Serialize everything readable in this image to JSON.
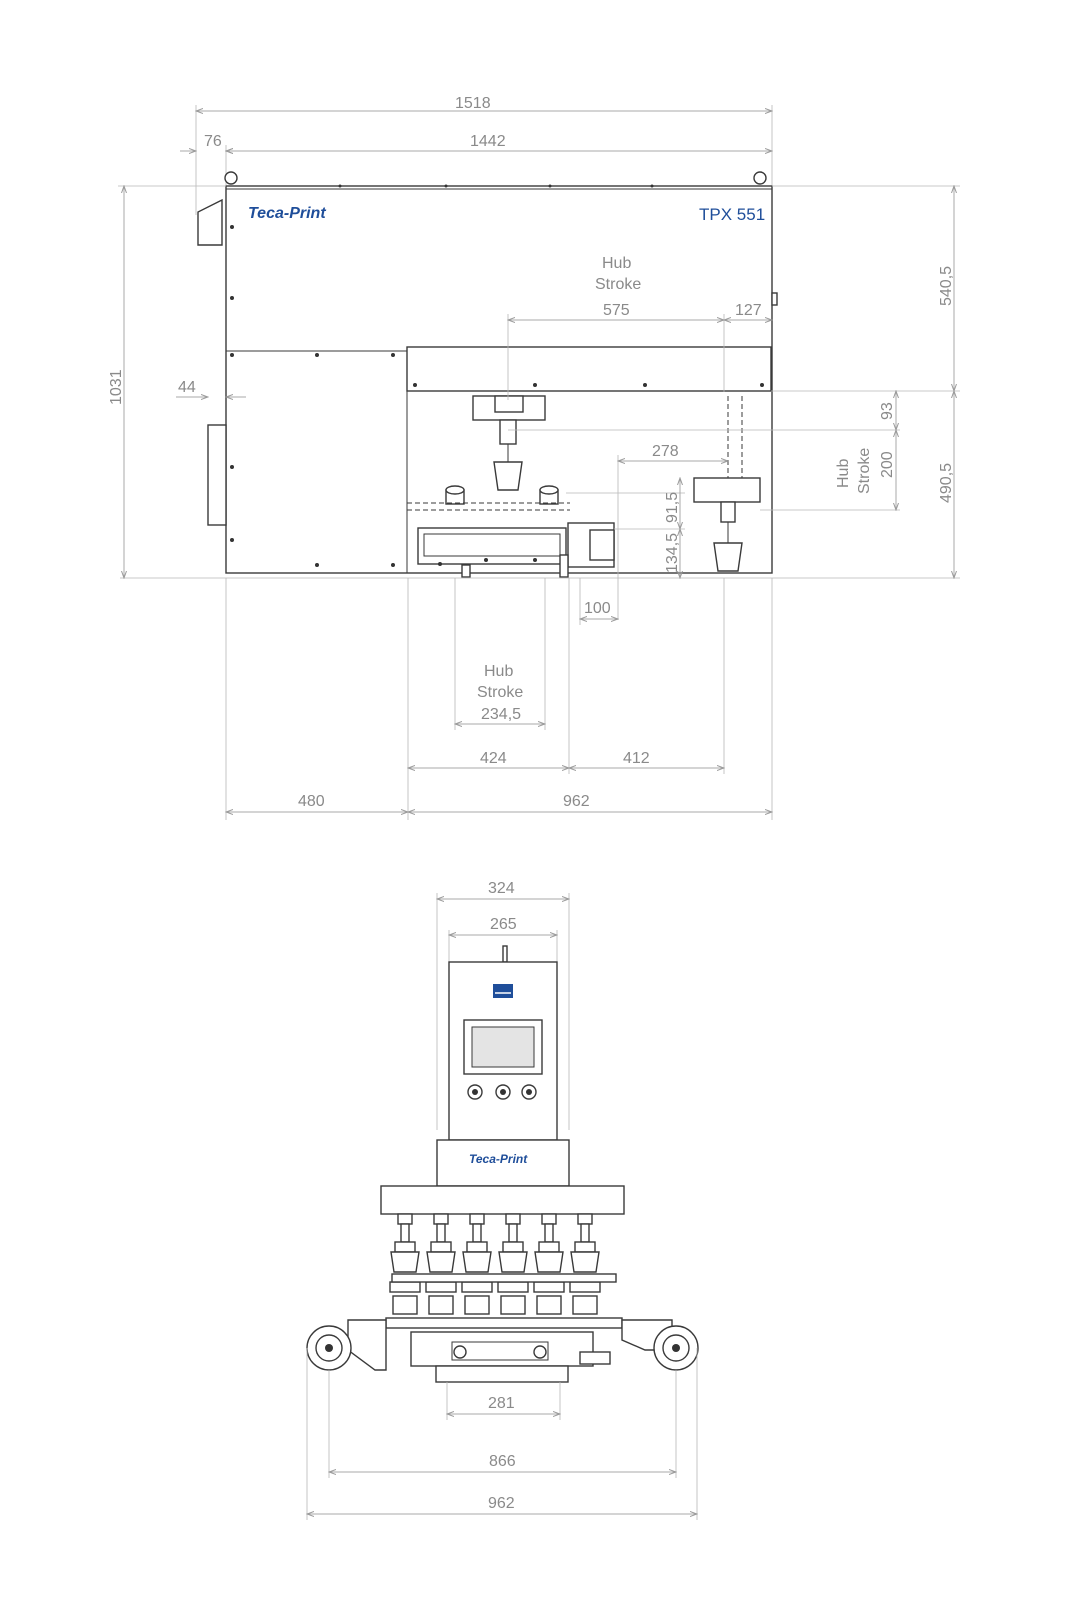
{
  "side_view": {
    "brand": "Teca-Print",
    "model": "TPX 551",
    "dims": {
      "overall_width": "1518",
      "offset_left": "76",
      "frame_width": "1442",
      "total_height": "1031",
      "upper_height": "540,5",
      "lower_height": "490,5",
      "wall_offset": "44",
      "stroke_575": "575",
      "d127": "127",
      "d278": "278",
      "d93": "93",
      "d200": "200",
      "d91_5": "91,5",
      "d134_5": "134,5",
      "d100": "100",
      "d234_5": "234,5",
      "d424": "424",
      "d412": "412",
      "d480": "480",
      "d962": "962"
    },
    "hub_top_l1": "Hub",
    "hub_top_l2": "Stroke",
    "hub_right_l1": "Hub",
    "hub_right_l2": "Stroke",
    "hub_bottom_l1": "Hub",
    "hub_bottom_l2": "Stroke"
  },
  "front_view": {
    "brand": "Teca-Print",
    "dims": {
      "d324": "324",
      "d265": "265",
      "d281": "281",
      "d866": "866",
      "d962": "962"
    }
  }
}
